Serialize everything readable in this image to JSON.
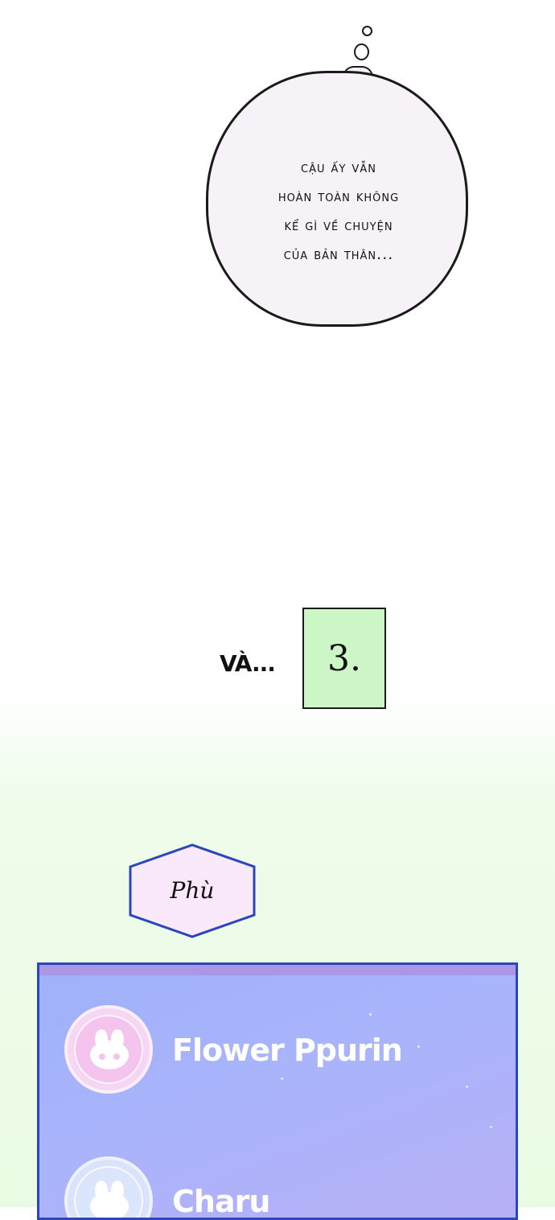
{
  "bubble": {
    "lines": [
      "Cậu ấy vẫn",
      "hoàn toàn không",
      "kể gì về chuyện",
      "của bản thân..."
    ]
  },
  "caption": {
    "va": "VÀ...",
    "number": "3."
  },
  "tag": {
    "label": "Phù"
  },
  "credits": {
    "names": [
      "Flower Ppurin",
      "Charu"
    ]
  },
  "colors": {
    "number_box": "#cdf6c6",
    "tag_fill": "#fae8fb",
    "panel_border": "#2b46b8",
    "panel_bg": "#a9b4fb",
    "avatar": "#f4c4ef"
  }
}
